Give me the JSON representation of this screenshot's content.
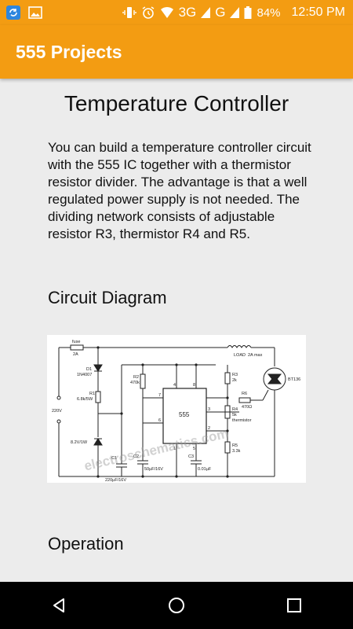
{
  "status_bar": {
    "network": "3G",
    "network2": "G",
    "battery": "84%",
    "time": "12:50 PM",
    "color": "#F39C12"
  },
  "app_bar": {
    "title": "555 Projects"
  },
  "article": {
    "title": "Temperature Controller",
    "intro": "You can build a temperature controller circuit with the 555 IC together with a thermistor resistor divider. The advantage is that a well regulated power supply is not needed. The dividing network consists of adjustable resistor R3, thermistor R4 and R5.",
    "diagram_heading": "Circuit Diagram",
    "operation_heading": "Operation"
  },
  "diagram": {
    "fuse": "fuse",
    "fuse_rating": "2A",
    "load": "LOAD",
    "load_max": "2A max",
    "d1": "D1",
    "d1_part": "1N4007",
    "r1": "R1",
    "r1_val": "6.8k/5W",
    "r2": "R2",
    "r2_val": "470k",
    "r3": "R3",
    "r3_val": "2k",
    "r4": "R4",
    "r4_val": "5k",
    "r4_note": "thermistor",
    "r5": "R5",
    "r5_val": "3.3k",
    "r6": "R6",
    "r6_val": "470Ω",
    "triac": "BT136",
    "ic": "555",
    "zener": "8.2V/1W",
    "mains": "220V",
    "c1": "C1",
    "c1_val": "220µF/16V",
    "c2": "C2",
    "c2_val": "50µF/16V",
    "c3": "C3",
    "c3_val": "0.01µF",
    "pin4": "4",
    "pin8": "8",
    "pin7": "7",
    "pin6": "6",
    "pin2": "2",
    "pin3": "3",
    "pin1": "1",
    "pin5": "5",
    "watermark": "electroschematics.com"
  },
  "nav": {
    "back": "back-icon",
    "home": "home-icon",
    "recents": "recents-icon"
  }
}
